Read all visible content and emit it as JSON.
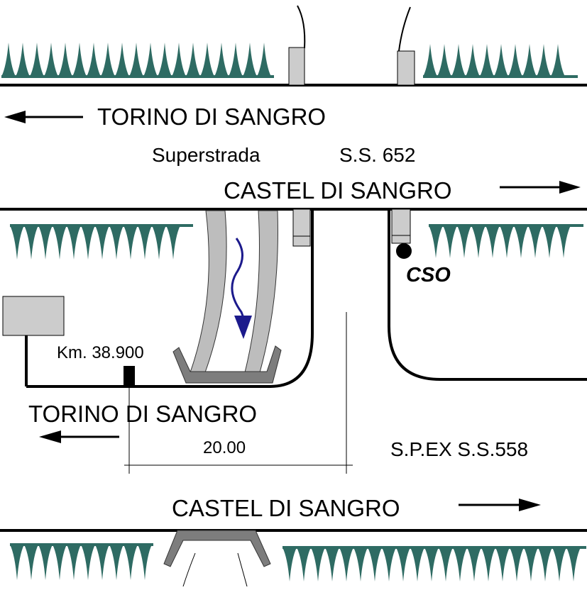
{
  "labels": {
    "torino_top": "TORINO DI SANGRO",
    "superstrada": "Superstrada",
    "ss652": "S.S. 652",
    "castel_mid": "CASTEL DI SANGRO",
    "cso": "CSO",
    "km": "Km. 38.900",
    "torino_lower": "TORINO DI SANGRO",
    "distance": "20.00",
    "spex": "S.P.EX S.S.558",
    "castel_bottom": "CASTEL DI SANGRO"
  },
  "colors": {
    "vegetation": "#2e6b63",
    "pier": "#cccccc",
    "culvert": "#b8b8b8",
    "flow_arrow": "#1c1a8c",
    "line": "#000000"
  },
  "icons": {
    "flow": "wavy-flow-arrow-icon",
    "direction": "arrow-icon"
  }
}
